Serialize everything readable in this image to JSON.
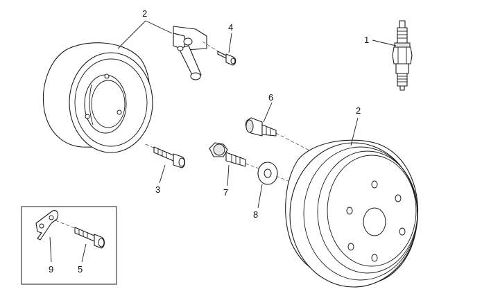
{
  "diagram": {
    "callouts": {
      "c1": "1",
      "c2_top": "2",
      "c2_right": "2",
      "c3": "3",
      "c4": "4",
      "c5": "5",
      "c6": "6",
      "c7": "7",
      "c8": "8",
      "c9": "9"
    }
  }
}
